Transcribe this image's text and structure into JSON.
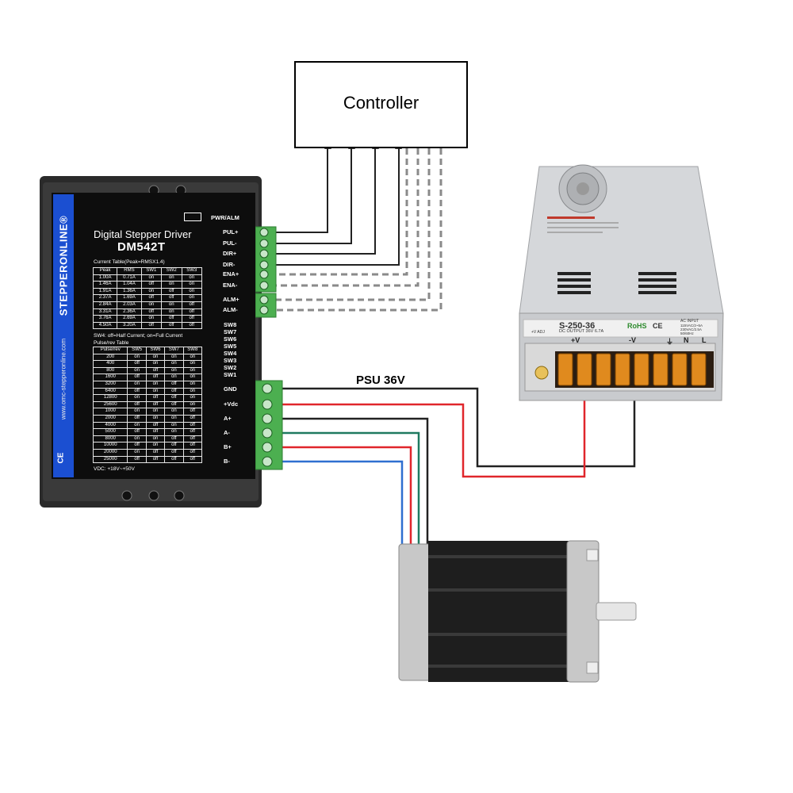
{
  "controller": {
    "label": "Controller"
  },
  "psu_wire_label": "PSU 36V",
  "driver": {
    "brand": "STEPPERONLINE®",
    "website": "www.omc-stepperonline.com",
    "ce_mark": "CE",
    "title": "Digital Stepper Driver",
    "model": "DM542T",
    "indicator_label": "PWR/ALM",
    "current_table_title": "Current Table(Peak=RMSX1.4)",
    "current_table": {
      "headers": [
        "Peak",
        "RMS",
        "SW1",
        "SW2",
        "SW3"
      ],
      "rows": [
        [
          "1.00A",
          "0.71A",
          "on",
          "on",
          "on"
        ],
        [
          "1.46A",
          "1.04A",
          "off",
          "on",
          "on"
        ],
        [
          "1.91A",
          "1.36A",
          "on",
          "off",
          "on"
        ],
        [
          "2.37A",
          "1.69A",
          "off",
          "off",
          "on"
        ],
        [
          "2.84A",
          "2.03A",
          "on",
          "on",
          "off"
        ],
        [
          "3.31A",
          "2.36A",
          "off",
          "on",
          "off"
        ],
        [
          "3.76A",
          "2.69A",
          "on",
          "off",
          "off"
        ],
        [
          "4.50A",
          "3.20A",
          "off",
          "off",
          "off"
        ]
      ]
    },
    "sw4_note": "SW4: off=Half Current; on=Full Current",
    "pulse_table_title": "Pulse/rev Table",
    "pulse_table": {
      "headers": [
        "Pulse/rev",
        "SW5",
        "SW6",
        "SW7",
        "SW8"
      ],
      "rows": [
        [
          "200",
          "on",
          "on",
          "on",
          "on"
        ],
        [
          "400",
          "off",
          "on",
          "on",
          "on"
        ],
        [
          "800",
          "on",
          "off",
          "on",
          "on"
        ],
        [
          "1600",
          "off",
          "off",
          "on",
          "on"
        ],
        [
          "3200",
          "on",
          "on",
          "off",
          "on"
        ],
        [
          "6400",
          "off",
          "on",
          "off",
          "on"
        ],
        [
          "12800",
          "on",
          "off",
          "off",
          "on"
        ],
        [
          "25600",
          "off",
          "off",
          "off",
          "on"
        ],
        [
          "1000",
          "on",
          "on",
          "on",
          "off"
        ],
        [
          "2000",
          "off",
          "on",
          "on",
          "off"
        ],
        [
          "4000",
          "on",
          "off",
          "on",
          "off"
        ],
        [
          "5000",
          "off",
          "off",
          "on",
          "off"
        ],
        [
          "8000",
          "on",
          "on",
          "off",
          "off"
        ],
        [
          "10000",
          "off",
          "on",
          "off",
          "off"
        ],
        [
          "20000",
          "on",
          "off",
          "off",
          "off"
        ],
        [
          "25000",
          "off",
          "off",
          "off",
          "off"
        ]
      ]
    },
    "voltage_note": "VDC: +18V~+50V",
    "signal_pins": [
      "PUL+",
      "PUL-",
      "DIR+",
      "DIR-",
      "ENA+",
      "ENA-",
      "ALM+",
      "ALM-"
    ],
    "switch_labels": [
      "SW8",
      "SW7",
      "SW6",
      "SW5",
      "SW4",
      "SW3",
      "SW2",
      "SW1"
    ],
    "power_pins": [
      "GND",
      "+Vdc",
      "A+",
      "A-",
      "B+",
      "B-"
    ]
  },
  "psu": {
    "model": "S-250-36",
    "rohs": "RoHS",
    "ce": "CE",
    "dc_output": "DC OUTPUT  36V  6.7A",
    "ac_input": "AC INPUT",
    "ac_line1": "115VAC/2~5A",
    "ac_line2": "230VAC/2.5A",
    "ac_line3": "50/60Hz",
    "adj_label": "+V ADJ",
    "terminals": [
      "+V",
      "-V",
      "⏚",
      "N",
      "L"
    ]
  },
  "colors": {
    "wire_black": "#222222",
    "wire_red": "#e0262b",
    "wire_green": "#1f7a60",
    "wire_blue": "#2f6fd0",
    "wire_dashed": "#8a8a8a",
    "terminal_green": "#4caf50",
    "driver_blue": "#1b4fd1"
  }
}
